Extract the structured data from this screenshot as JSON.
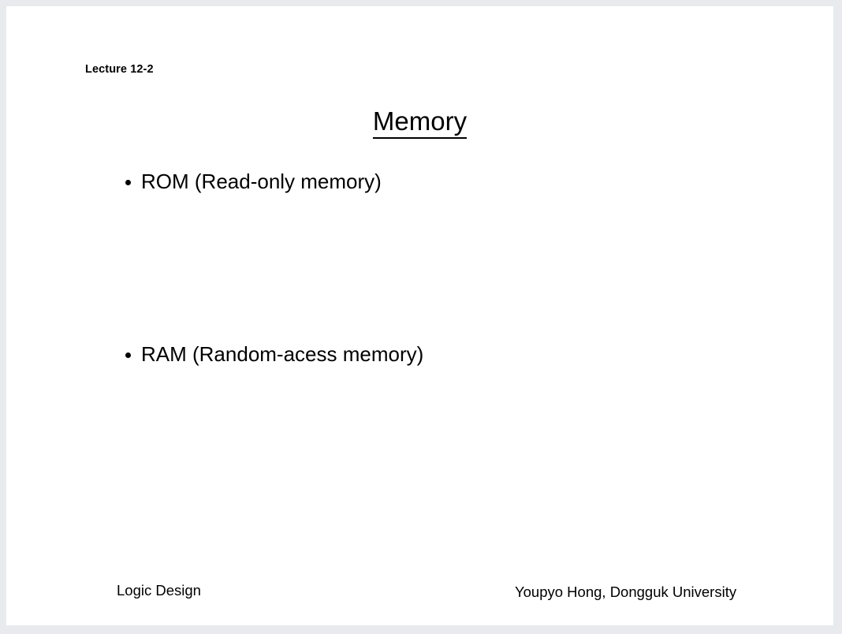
{
  "slide": {
    "lecture_label": "Lecture 12-2",
    "title": "Memory",
    "bullets": [
      {
        "text": "ROM (Read-only memory)",
        "marker": "round-bullet"
      },
      {
        "text": "RAM (Random-acess memory)",
        "marker": "round-bullet"
      }
    ],
    "footer": {
      "left": "Logic Design",
      "right": "Youpyo Hong, Dongguk University"
    },
    "colors": {
      "page_background": "#ffffff",
      "canvas_background": "#e9eaee",
      "text": "#000000"
    }
  }
}
